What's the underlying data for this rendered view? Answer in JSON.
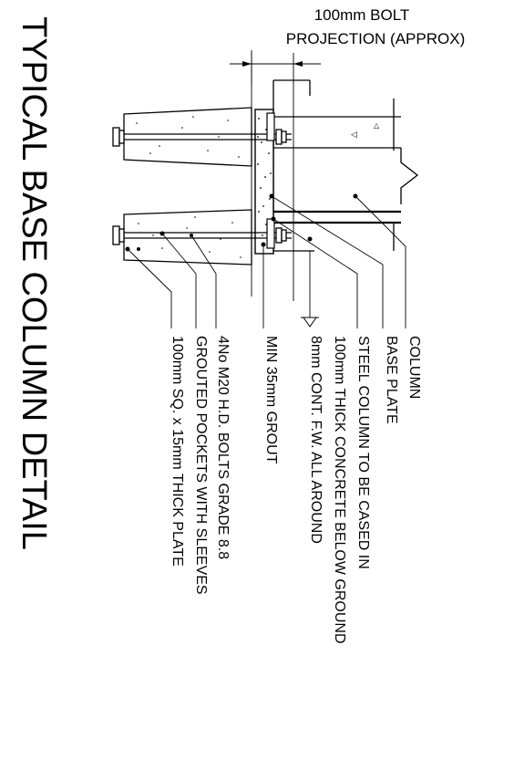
{
  "title": "TYPICAL BASE COLUMN DETAIL",
  "dimension": {
    "line1": "100mm BOLT",
    "line2": "PROJECTION (APPROX)"
  },
  "labels": [
    "COLUMN",
    "BASE PLATE",
    "STEEL COLUMN TO BE CASED IN",
    "100mm THICK  CONCRETE BELOW GROUND",
    "8mm CONT. F.W. ALL AROUND",
    "MIN 35mm GROUT",
    "4No M20 H.D. BOLTS GRADE 8.8",
    "GROUTED POCKETS WITH SLEEVES",
    "100mm SQ. x 15mm THICK PLATE"
  ]
}
